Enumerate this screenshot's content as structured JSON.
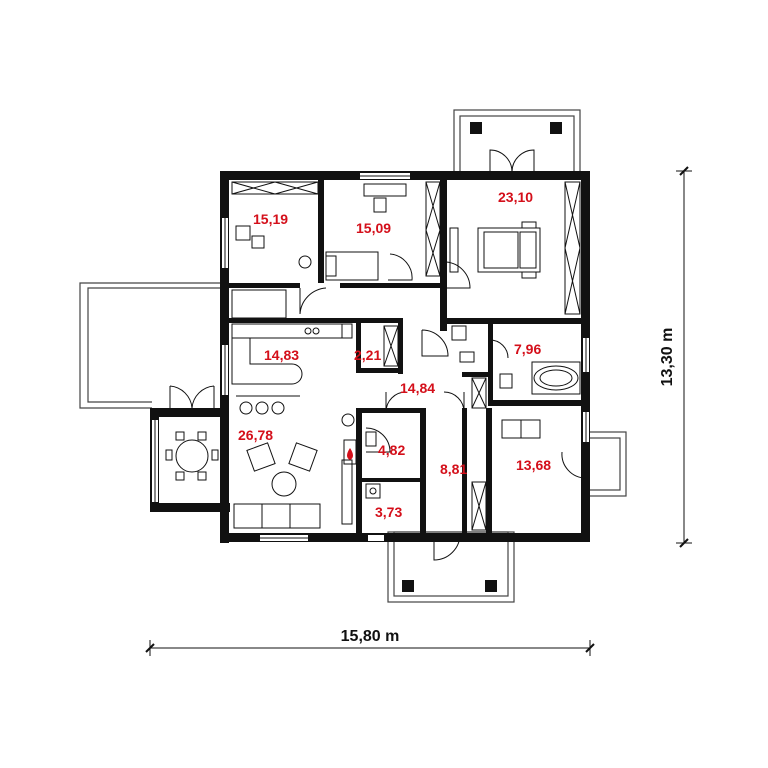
{
  "rooms": [
    {
      "id": "room-bedroom-1",
      "area": "15,19"
    },
    {
      "id": "room-bedroom-2",
      "area": "15,09"
    },
    {
      "id": "room-master-bedroom",
      "area": "23,10"
    },
    {
      "id": "room-kitchen",
      "area": "14,83"
    },
    {
      "id": "room-pantry",
      "area": "2,21"
    },
    {
      "id": "room-hall",
      "area": "14,84"
    },
    {
      "id": "room-bathroom",
      "area": "7,96"
    },
    {
      "id": "room-living",
      "area": "26,78"
    },
    {
      "id": "room-boiler",
      "area": "4,82"
    },
    {
      "id": "room-wc",
      "area": "3,73"
    },
    {
      "id": "room-vestibule",
      "area": "8,81"
    },
    {
      "id": "room-study",
      "area": "13,68"
    }
  ],
  "dimensions": {
    "width": "15,80 m",
    "depth": "13,30 m"
  }
}
